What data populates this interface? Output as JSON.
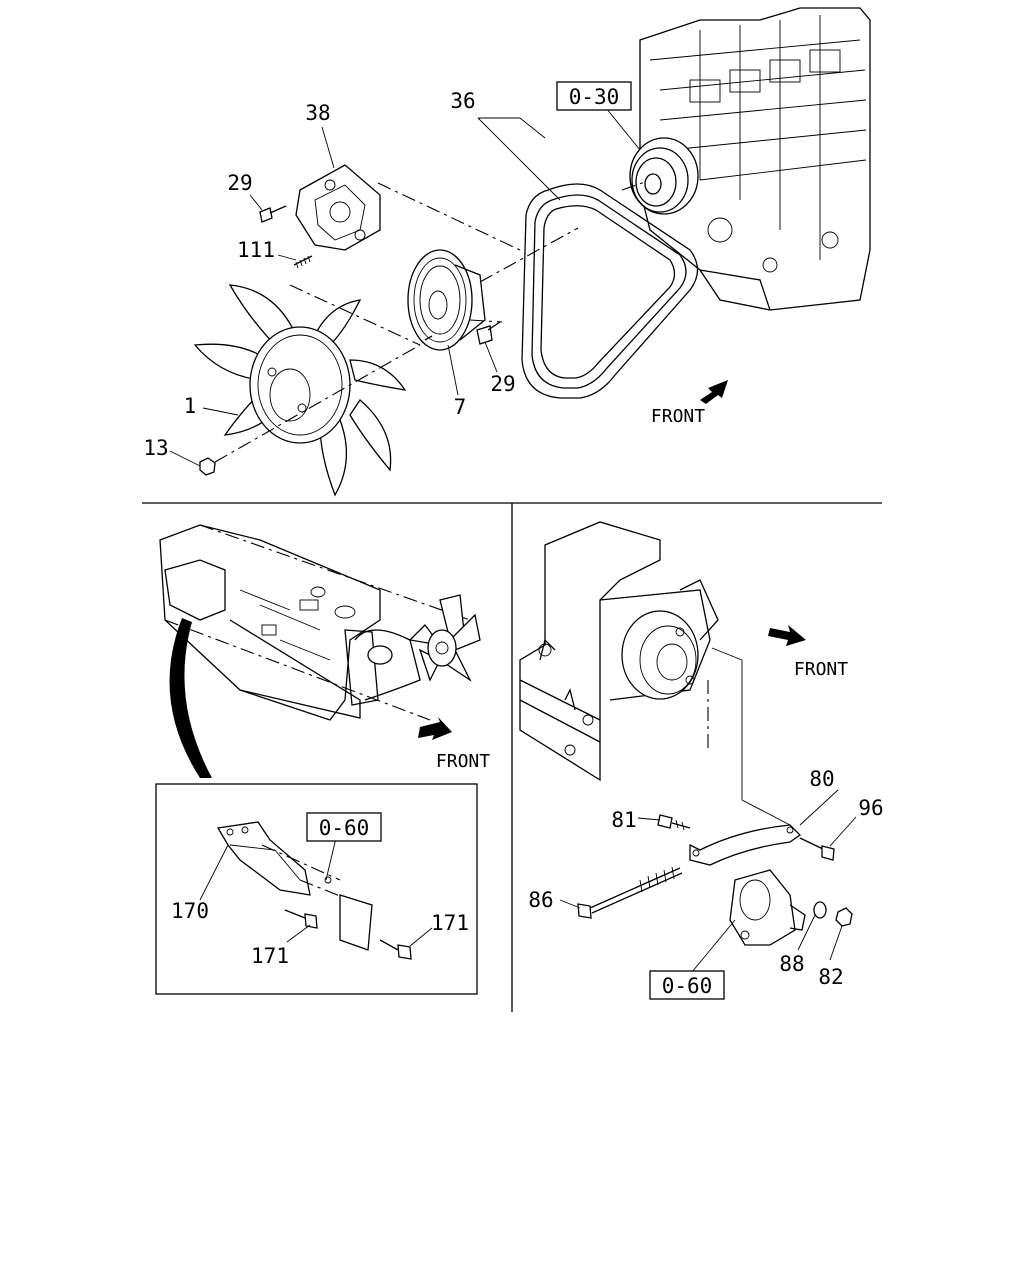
{
  "callouts": {
    "c38": "38",
    "c36": "36",
    "c29a": "29",
    "c111": "111",
    "c1": "1",
    "c13": "13",
    "c7": "7",
    "c29b": "29",
    "c170": "170",
    "c171a": "171",
    "c171b": "171",
    "c80": "80",
    "c81": "81",
    "c96": "96",
    "c86": "86",
    "c88": "88",
    "c82": "82"
  },
  "refs": {
    "r030": "0-30",
    "r060a": "0-60",
    "r060b": "0-60"
  },
  "direction": {
    "front_top": "FRONT",
    "front_left": "FRONT",
    "front_right": "FRONT"
  }
}
